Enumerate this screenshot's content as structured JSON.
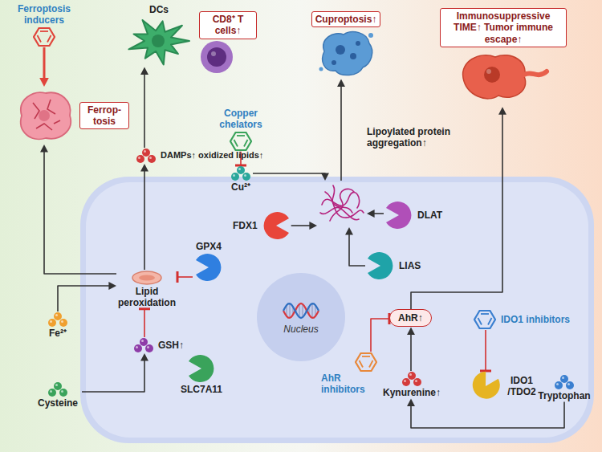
{
  "diagram": {
    "nodes": [
      {
        "text": [
          "Ferroptosis inducers"
        ]
      },
      {
        "text": [
          "DCs"
        ]
      },
      {
        "text": [
          "CD8⁺ T cells↑"
        ]
      },
      {
        "text": [
          "Cuproptosis↑"
        ]
      },
      {
        "text": [
          "Immunosuppressive TIME↑ Tumor immune escape↑"
        ]
      },
      {
        "text": [
          "Ferrop- tosis"
        ]
      },
      {
        "text": [
          "Copper chelators"
        ]
      },
      {
        "text": [
          "DAMPs↑ oxidized lipids↑"
        ]
      },
      {
        "text": [
          "Cu²⁺"
        ]
      },
      {
        "text": [
          "Lipoylated protein aggregation↑"
        ]
      },
      {
        "text": [
          "GPX4"
        ]
      },
      {
        "text": [
          "FDX1"
        ]
      },
      {
        "text": [
          "DLAT"
        ]
      },
      {
        "text": [
          "Lipid peroxidation"
        ]
      },
      {
        "text": [
          "LIAS"
        ]
      },
      {
        "text": [
          "Nucleus"
        ]
      },
      {
        "text": [
          "AhR↑"
        ]
      },
      {
        "text": [
          "IDO1 inhibitors"
        ]
      },
      {
        "text": [
          "Fe²⁺"
        ]
      },
      {
        "text": [
          "GSH↑"
        ]
      },
      {
        "text": [
          "AhR inhibitors"
        ]
      },
      {
        "text": [
          "Kynurenine↑"
        ]
      },
      {
        "text": [
          "IDO1 /TDO2"
        ]
      },
      {
        "text": [
          "SLC7A11"
        ]
      },
      {
        "text": [
          "Cysteine"
        ]
      },
      {
        "text": [
          "Tryptophan"
        ]
      }
    ],
    "edges": [
      {
        "from": 0,
        "to": 5,
        "arrow": "to"
      },
      {
        "from": 13,
        "to": 5,
        "arrow": "to"
      },
      {
        "from": 13,
        "to": 7,
        "arrow": "to"
      },
      {
        "from": 7,
        "to": 1,
        "arrow": "to"
      },
      {
        "from": 10,
        "to": 13,
        "arrow": "to"
      },
      {
        "from": 19,
        "to": 13,
        "arrow": "to"
      },
      {
        "from": 24,
        "to": 19,
        "arrow": "to"
      },
      {
        "from": 18,
        "to": 13,
        "arrow": "to"
      },
      {
        "from": 6,
        "to": 8,
        "arrow": "to"
      },
      {
        "from": 8,
        "to": 9,
        "arrow": "to"
      },
      {
        "from": 11,
        "to": 9,
        "arrow": "to"
      },
      {
        "from": 12,
        "to": 9,
        "arrow": "to"
      },
      {
        "from": 14,
        "to": 9,
        "arrow": "to"
      },
      {
        "from": 9,
        "to": 3,
        "arrow": "to"
      },
      {
        "from": 16,
        "to": 4,
        "arrow": "to"
      },
      {
        "from": 20,
        "to": 16,
        "arrow": "to"
      },
      {
        "from": 17,
        "to": 22,
        "arrow": "to"
      },
      {
        "from": 21,
        "to": 16,
        "arrow": "to"
      },
      {
        "from": 25,
        "to": 21,
        "arrow": "to"
      }
    ]
  }
}
